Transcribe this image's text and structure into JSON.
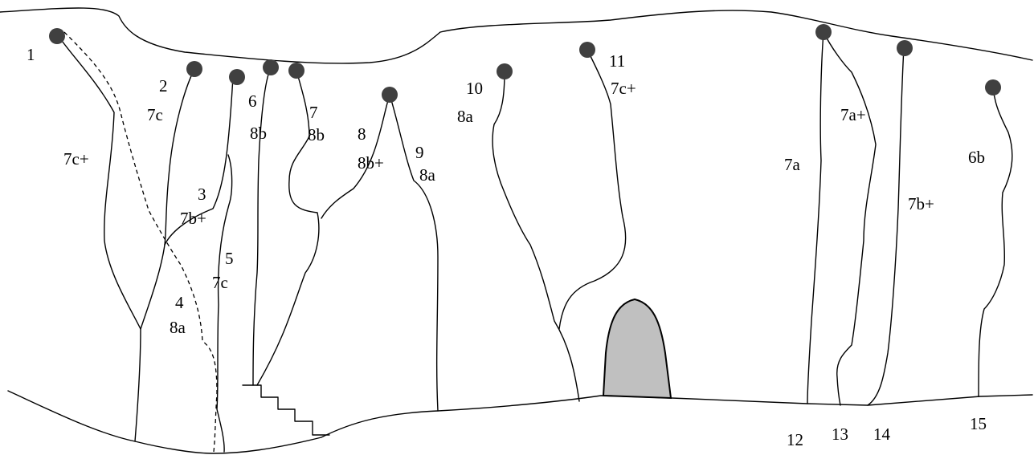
{
  "routes": [
    {
      "number": "1",
      "grade": "7c+"
    },
    {
      "number": "2",
      "grade": "7c"
    },
    {
      "number": "3",
      "grade": "7b+"
    },
    {
      "number": "4",
      "grade": "8a"
    },
    {
      "number": "5",
      "grade": "7c"
    },
    {
      "number": "6",
      "grade": "8b"
    },
    {
      "number": "7",
      "grade": "8b"
    },
    {
      "number": "8",
      "grade": "8b+"
    },
    {
      "number": "9",
      "grade": "8a"
    },
    {
      "number": "10",
      "grade": "8a"
    },
    {
      "number": "11",
      "grade": "7c+"
    },
    {
      "number": "12",
      "grade": "7a"
    },
    {
      "number": "13",
      "grade": "7a+"
    },
    {
      "number": "14",
      "grade": "7b+"
    },
    {
      "number": "15",
      "grade": "6b"
    }
  ],
  "colors": {
    "line": "#000000",
    "anchor": "#404040",
    "cave": "#c0c0c0",
    "background": "#ffffff"
  }
}
